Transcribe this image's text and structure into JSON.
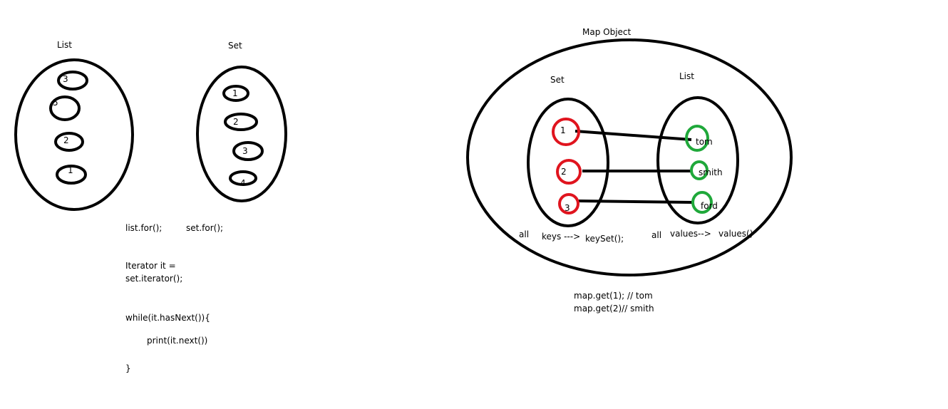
{
  "colors": {
    "ink": "#000000",
    "set_circle": "#e0141e",
    "value_circle": "#1fa83a"
  },
  "list_diagram": {
    "title": "List",
    "items": [
      "3",
      "5",
      "2",
      "1"
    ]
  },
  "set_diagram": {
    "title": "Set",
    "items": [
      "1",
      "2",
      "3",
      "4"
    ]
  },
  "map_diagram": {
    "title": "Map Object",
    "keys_label": "Set",
    "values_label": "List",
    "entries": [
      {
        "key": "1",
        "value": "tom"
      },
      {
        "key": "2",
        "value": "smith"
      },
      {
        "key": "3",
        "value": "ford"
      }
    ],
    "keys_caption": {
      "all": "all",
      "arrow": "keys --->",
      "method": "keySet();"
    },
    "values_caption": {
      "all": "all",
      "arrow": "values-->",
      "method": "values()"
    }
  },
  "code": {
    "for_list": "list.for();",
    "for_set": "set.for();",
    "iterator_decl": "Iterator it =",
    "iterator_call": "set.iterator();",
    "while_open": "while(it.hasNext()){",
    "print_next": "print(it.next())",
    "while_close": "}"
  },
  "map_examples": {
    "line1": "map.get(1); // tom",
    "line2": "map.get(2)// smith"
  }
}
